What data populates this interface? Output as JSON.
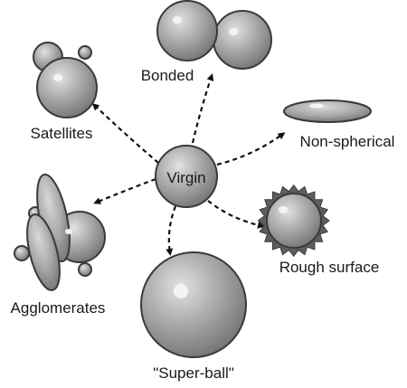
{
  "diagram": {
    "center": {
      "label": "Virgin"
    },
    "nodes": {
      "bonded": {
        "label": "Bonded"
      },
      "satellites": {
        "label": "Satellites"
      },
      "nonspherical": {
        "label": "Non-spherical"
      },
      "agglomerates": {
        "label": "Agglomerates"
      },
      "superball": {
        "label": "\"Super-ball\""
      },
      "rough": {
        "label": "Rough surface"
      }
    },
    "colors": {
      "particle_light": "#d4d4d4",
      "particle_mid": "#a3a3a3",
      "particle_dark": "#6b6b6b",
      "outline": "#3a3a3a",
      "arrow": "#111111"
    }
  }
}
